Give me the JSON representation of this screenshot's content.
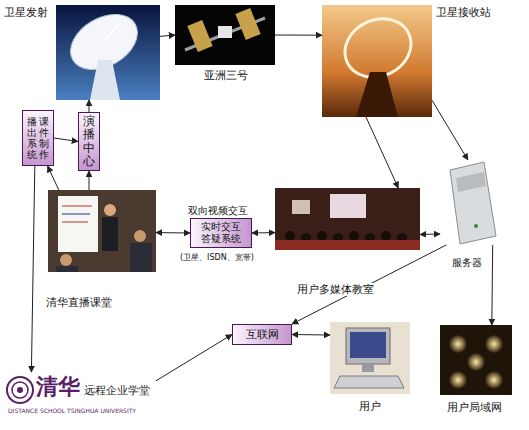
{
  "diagram": {
    "nodes": [
      {
        "text": [
          "卫星发射"
        ]
      },
      {
        "text": [
          "亚洲三号"
        ]
      },
      {
        "text": [
          "卫星接收站"
        ]
      },
      {
        "text": [
          "课件制作",
          "播出系统"
        ]
      },
      {
        "text": [
          "演播中心"
        ]
      },
      {
        "text": [
          "清华直播课堂"
        ]
      },
      {
        "text": [
          "实时交互答疑系统"
        ]
      },
      {
        "text": [
          "用户多媒体教室"
        ]
      },
      {
        "text": [
          "服务器"
        ]
      },
      {
        "text": [
          "互联网"
        ]
      },
      {
        "text": [
          "用户"
        ]
      },
      {
        "text": [
          "用户局域网"
        ]
      },
      {
        "text": [
          "清华",
          "远程企业学堂",
          "DISTANCE SCHOOL TSINGHUA UNIVERSITY"
        ]
      }
    ],
    "edges": [
      {
        "from": 0,
        "to": 1,
        "arrow": "to"
      },
      {
        "from": 1,
        "to": 2,
        "arrow": "to"
      },
      {
        "from": 2,
        "to": 7,
        "arrow": "to"
      },
      {
        "from": 2,
        "to": 8,
        "arrow": "to"
      },
      {
        "from": 4,
        "to": 0,
        "arrow": "to"
      },
      {
        "from": 3,
        "to": 4,
        "arrow": "to"
      },
      {
        "from": 5,
        "to": 4,
        "arrow": "to"
      },
      {
        "from": 5,
        "to": 3,
        "arrow": "to"
      },
      {
        "from": 3,
        "to": 12,
        "arrow": "to"
      },
      {
        "from": 5,
        "to": 6,
        "arrow": "both"
      },
      {
        "from": 6,
        "to": 7,
        "arrow": "both"
      },
      {
        "from": 7,
        "to": 8,
        "arrow": "both"
      },
      {
        "from": 8,
        "to": 9,
        "arrow": "to"
      },
      {
        "from": 12,
        "to": 9,
        "arrow": "to"
      },
      {
        "from": 9,
        "to": 10,
        "arrow": "both"
      },
      {
        "from": 8,
        "to": 11,
        "arrow": "to"
      }
    ],
    "labels": [
      "双向视频交互",
      "(卫星、ISDN、宽带)"
    ]
  }
}
